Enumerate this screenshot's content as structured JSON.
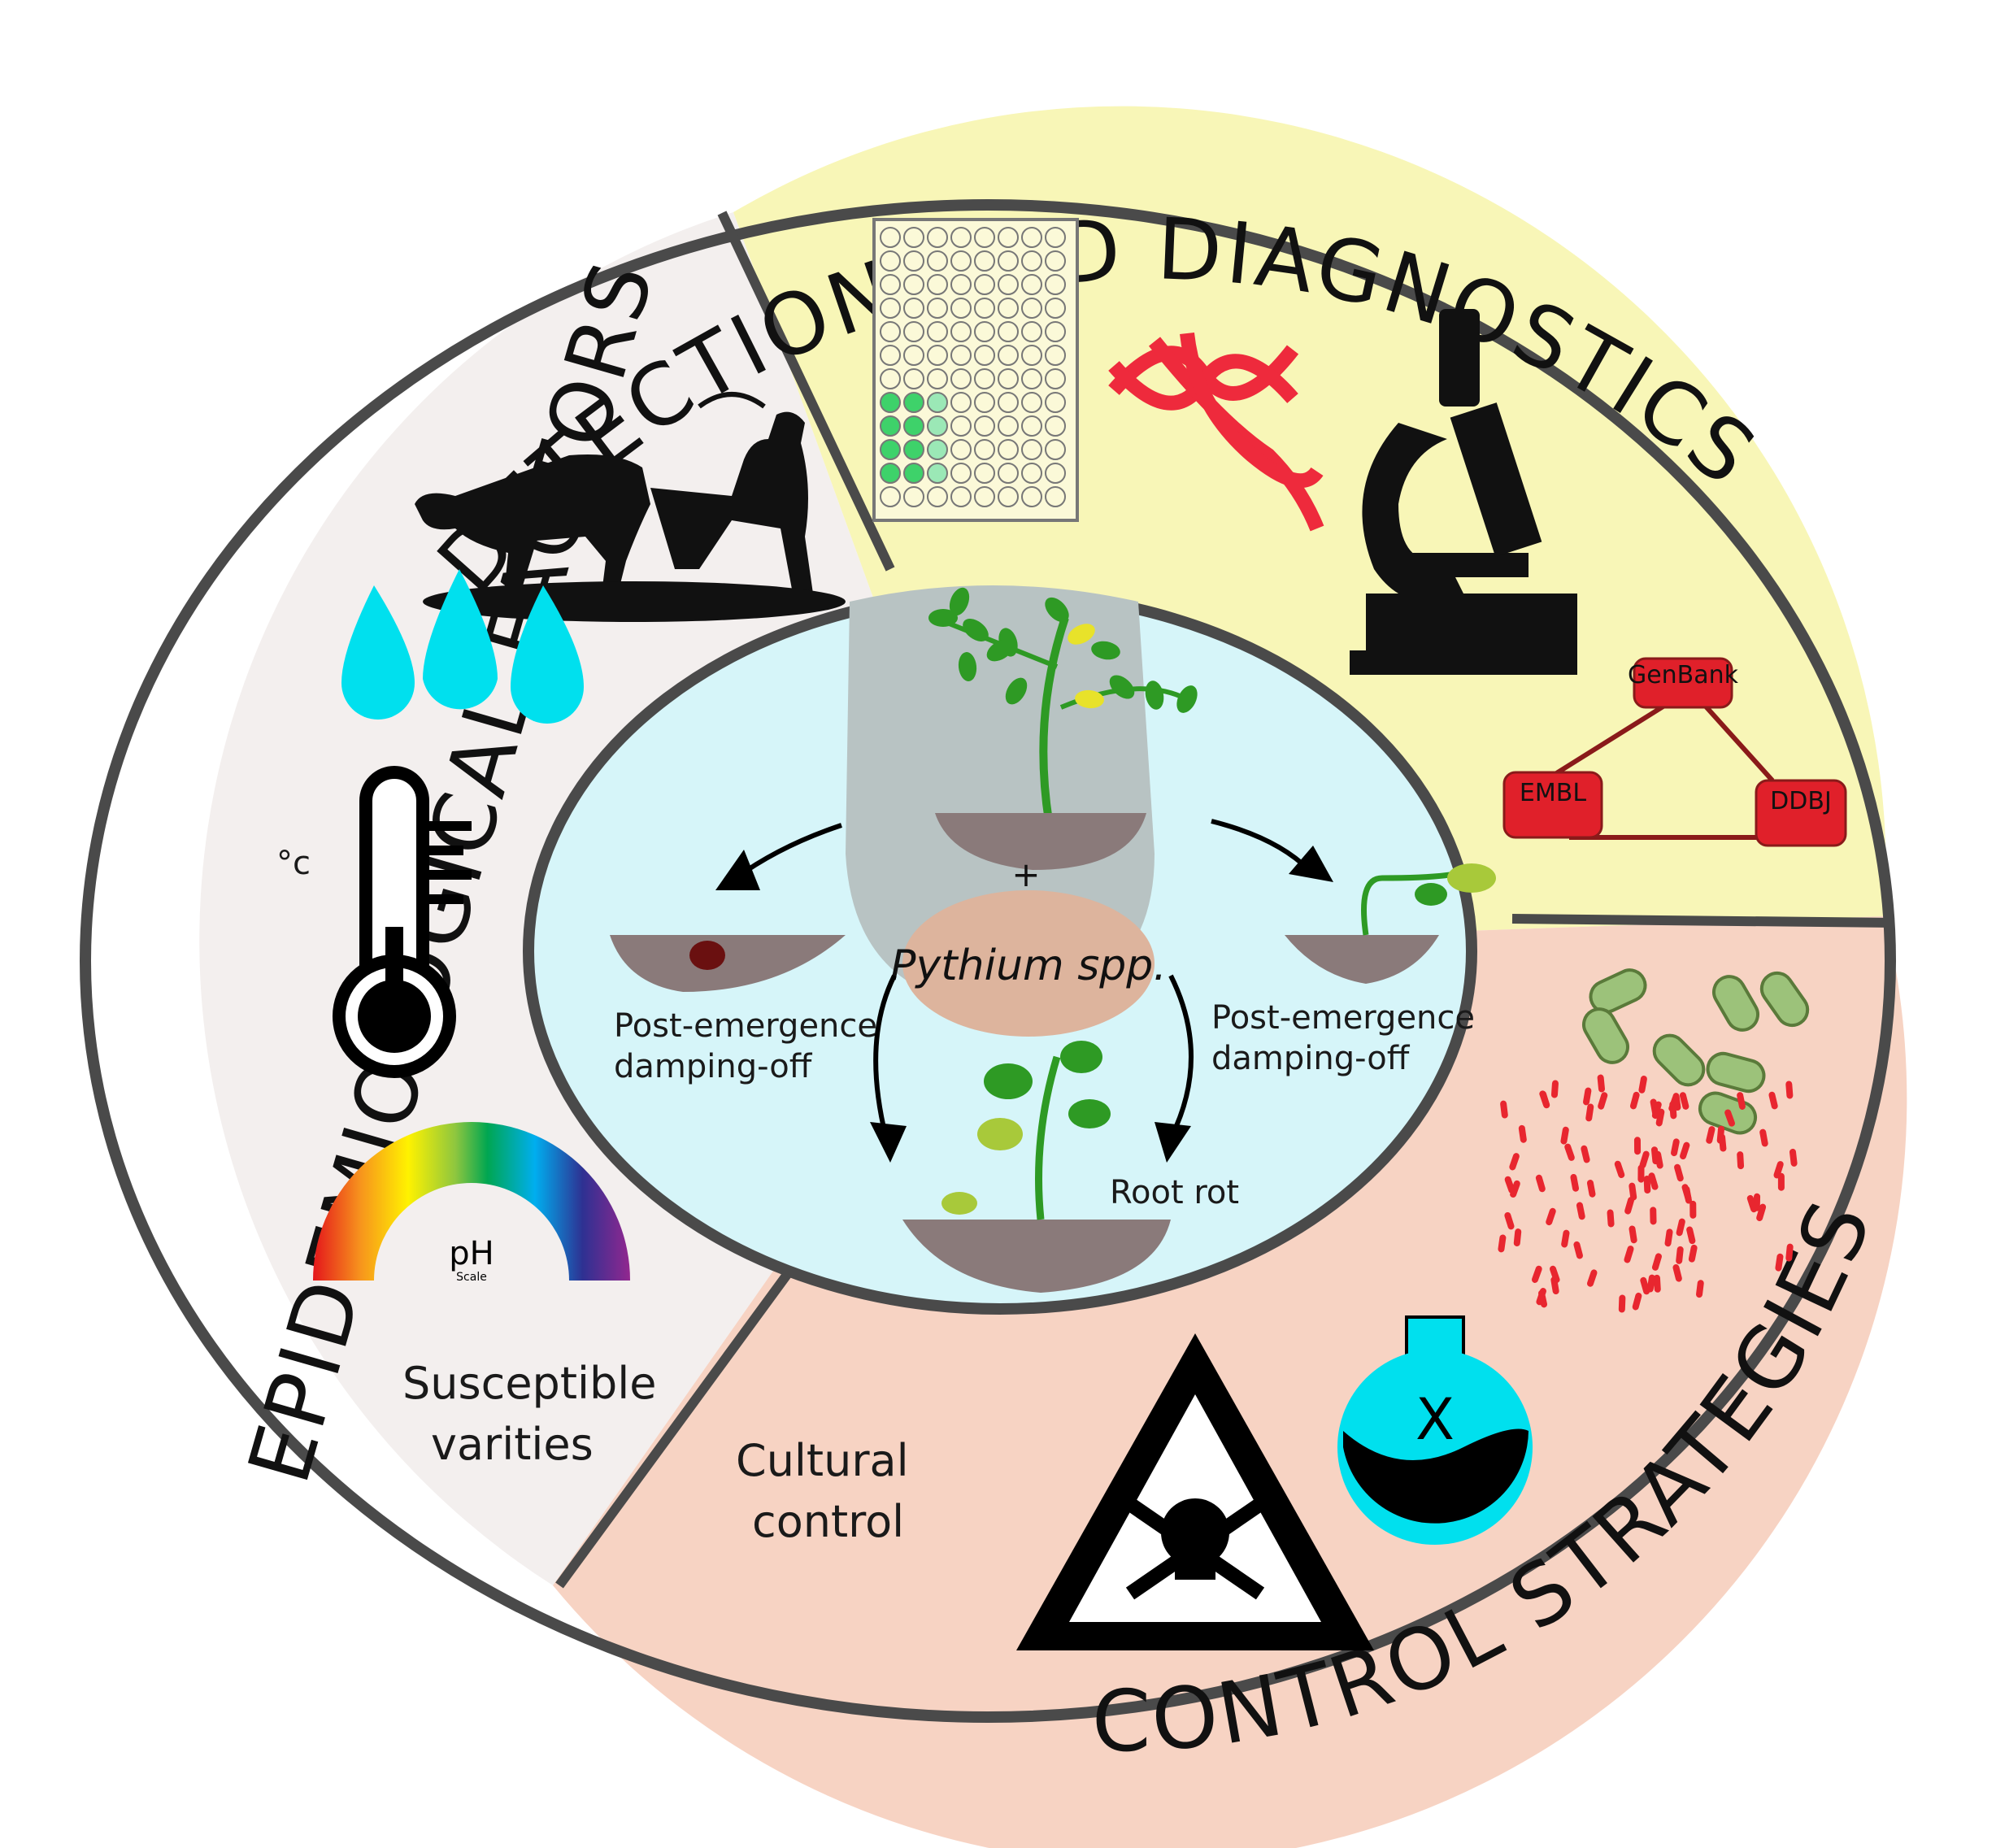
{
  "sections": {
    "epidemiological": {
      "title": "EPIDEMIOLOGICAL FACTORS",
      "icons": [
        "plough-oxen-icon",
        "water-drops-icon",
        "thermometer-icon",
        "ph-scale-icon"
      ],
      "temperature_unit": "°c",
      "ph_label": "pH",
      "ph_sub": "Scale",
      "susceptible_line1": "Susceptible",
      "susceptible_line2": "varities",
      "background": "#f3efee"
    },
    "detection": {
      "title": "DETECTION AND DIAGNOSTICS",
      "icons": [
        "microplate-icon",
        "dna-icon",
        "microscope-icon",
        "database-icon"
      ],
      "databases": [
        "GenBank",
        "EMBL",
        "DDBJ"
      ],
      "background": "#f8f6b7"
    },
    "control": {
      "title": "CONTROL STRATEGIES",
      "icons": [
        "bacteria-icon",
        "toxic-warning-icon",
        "poison-flask-icon"
      ],
      "cultural_line1": "Cultural",
      "cultural_line2": "control",
      "background": "#f7d3c3"
    }
  },
  "center": {
    "pathogen": "Pythium spp.",
    "plus": "+",
    "left_label_line1": "Post-emergence",
    "left_label_line2": "damping-off",
    "right_label_line1": "Post-emergence",
    "right_label_line2": "damping-off",
    "bottom_label": "Root rot",
    "background": "#d6f5f9",
    "pathogen_color": "#ddb49d"
  },
  "colors": {
    "ring": "#4a4a4a",
    "water": "#00e0ee",
    "dna": "#ee2a3c",
    "database": "#e0202a",
    "plant": "#2e9a24",
    "soil": "#8a7a7a"
  }
}
